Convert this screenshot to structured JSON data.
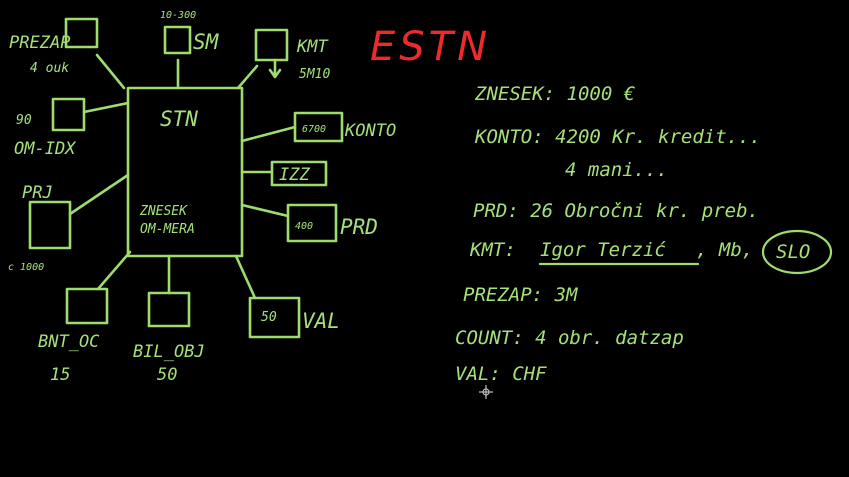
{
  "title": "ESTN",
  "center": {
    "label": "STN",
    "sub1": "ZNESEK",
    "sub2": "OM-MERA"
  },
  "nodes": {
    "prezap": {
      "label": "PREZAP",
      "sub": "4 ouk"
    },
    "sm": {
      "label": "SM",
      "top": "10-300"
    },
    "kmt": {
      "label": "KMT",
      "sub": "5M10"
    },
    "om": {
      "top": "90",
      "label": "OM-IDX"
    },
    "konto": {
      "inside": "6700",
      "label": "KONTO"
    },
    "izz": {
      "inside": "IZZ"
    },
    "prd": {
      "inside": "400",
      "label": "PRD"
    },
    "prj": {
      "label": "PRJ",
      "sub": "c 1000"
    },
    "bnt": {
      "label": "BNT_OC",
      "sub": "15"
    },
    "bil": {
      "label": "BIL_OBJ",
      "sub": "50"
    },
    "val": {
      "inside": "50",
      "label": "VAL"
    }
  },
  "notes": {
    "znesek": "ZNESEK: 1000 €",
    "konto1": "KONTO: 4200 Kr. kredit...",
    "konto2": "4 mani...",
    "prd": "PRD: 26 Obročni kr. preb.",
    "kmt_prefix": "KMT:",
    "kmt_name": "Igor Terzić",
    "kmt_mid": ", Mb,",
    "kmt_slo": "SLO",
    "prezap": "PREZAP: 3M",
    "count": "COUNT: 4 obr. datzap",
    "val": "VAL: CHF"
  }
}
